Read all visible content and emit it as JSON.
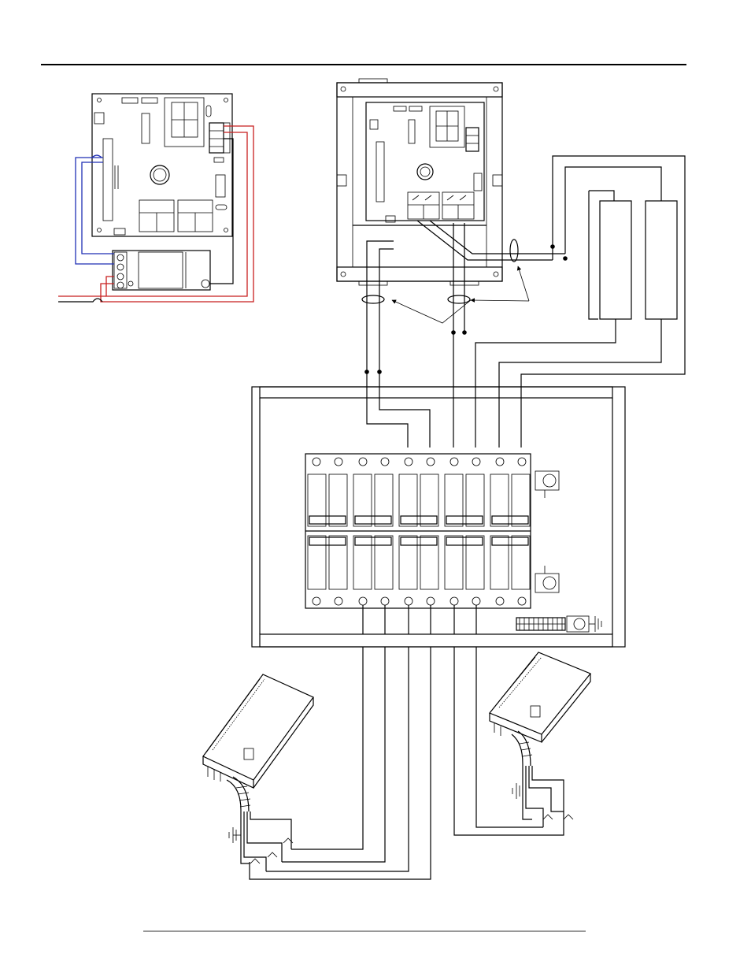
{
  "diagram": {
    "colors": {
      "line": "#000000",
      "wire_blue": "#1f2fb5",
      "wire_red": "#c81e1e",
      "background": "#ffffff"
    },
    "components": [
      "control-board-detail",
      "transformer",
      "control-cabinet",
      "field-devices",
      "breaker-panel",
      "ground-bar",
      "left-power-unit",
      "right-power-unit"
    ]
  }
}
